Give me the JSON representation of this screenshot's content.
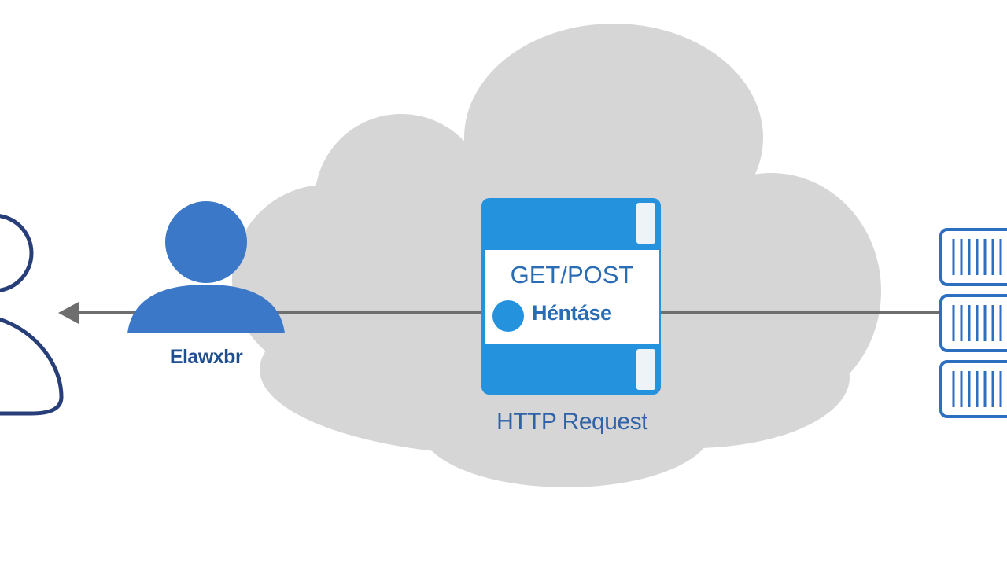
{
  "diagram": {
    "user_label": "Elawxbr",
    "request_method": "GET/POST",
    "request_header": "Héntáse",
    "request_caption": "HTTP Request"
  },
  "colors": {
    "cloud": "#d6d6d6",
    "user_fill": "#3b78c8",
    "outline_navy": "#283e78",
    "document_blue": "#2592de",
    "server_blue": "#2c6ec0",
    "arrow": "#6e6e6e",
    "label_navy": "#1f4f8f",
    "label_blue": "#2a6db5",
    "caption_blue": "#2f62a8"
  },
  "icons": {
    "user_outline": "person-outline-icon",
    "user_filled": "person-filled-icon",
    "document": "document-icon",
    "server": "server-rack-icon",
    "arrow": "arrow-left-icon"
  }
}
